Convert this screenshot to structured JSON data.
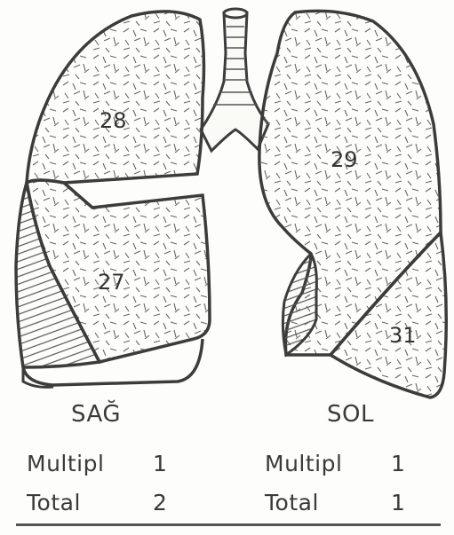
{
  "lobes": [
    {
      "number": "28"
    },
    {
      "number": "27"
    },
    {
      "number": "29"
    },
    {
      "number": "31"
    }
  ],
  "right_lung": {
    "side_label": "SAĞ",
    "rows": [
      {
        "label": "Multipl",
        "value": "1"
      },
      {
        "label": "Total",
        "value": "2"
      }
    ]
  },
  "left_lung": {
    "side_label": "SOL",
    "rows": [
      {
        "label": "Multipl",
        "value": "1"
      },
      {
        "label": "Total",
        "value": "1"
      }
    ]
  },
  "colors": {
    "outline": "#3c3c3c",
    "hatch": "#555555",
    "text": "#3a3a3a"
  }
}
